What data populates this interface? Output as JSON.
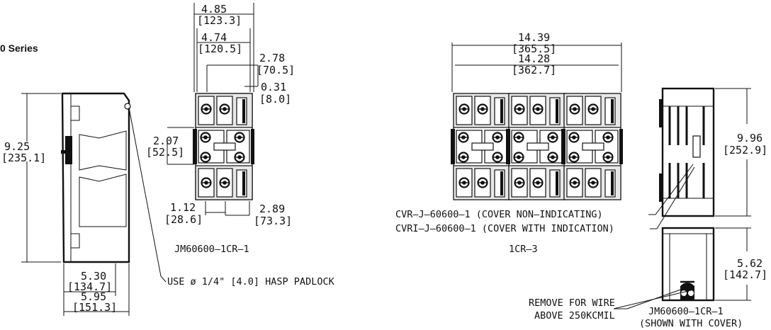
{
  "series_title": "0 Series",
  "side_view": {
    "height_in": "9.25",
    "height_mm": "[235.1]",
    "depth1_in": "5.30",
    "depth1_mm": "[134.7]",
    "depth2_in": "5.95",
    "depth2_mm": "[151.3]",
    "padlock_note": "USE ø 1/4\" [4.0] HASP PADLOCK"
  },
  "single_pole": {
    "w_outer_in": "4.85",
    "w_outer_mm": "[123.3]",
    "w_inner_in": "4.74",
    "w_inner_mm": "[120.5]",
    "d1_in": "2.78",
    "d1_mm": "[70.5]",
    "d2_in": "0.31",
    "d2_mm": "[8.0]",
    "pitch_in": "2.07",
    "pitch_mm": "[52.5]",
    "b1_in": "1.12",
    "b1_mm": "[28.6]",
    "b2_in": "2.89",
    "b2_mm": "[73.3]",
    "caption": "JM60600–1CR–1"
  },
  "three_pole": {
    "w_outer_in": "14.39",
    "w_outer_mm": "[365.5]",
    "w_inner_in": "14.28",
    "w_inner_mm": "[362.7]",
    "cover_note_1": "CVR–J–60600–1 (COVER NON–INDICATING)",
    "cover_note_2": "CVRI–J–60600–1 (COVER WITH INDICATION)",
    "caption": "1CR–3"
  },
  "cover_side": {
    "height_in": "9.96",
    "height_mm": "[252.9]"
  },
  "cover_end": {
    "height_in": "5.62",
    "height_mm": "[142.7]",
    "remove_note_1": "REMOVE FOR WIRE",
    "remove_note_2": "ABOVE 250KCMIL",
    "caption_1": "JM60600–1CR–1",
    "caption_2": "(SHOWN WITH COVER)"
  }
}
